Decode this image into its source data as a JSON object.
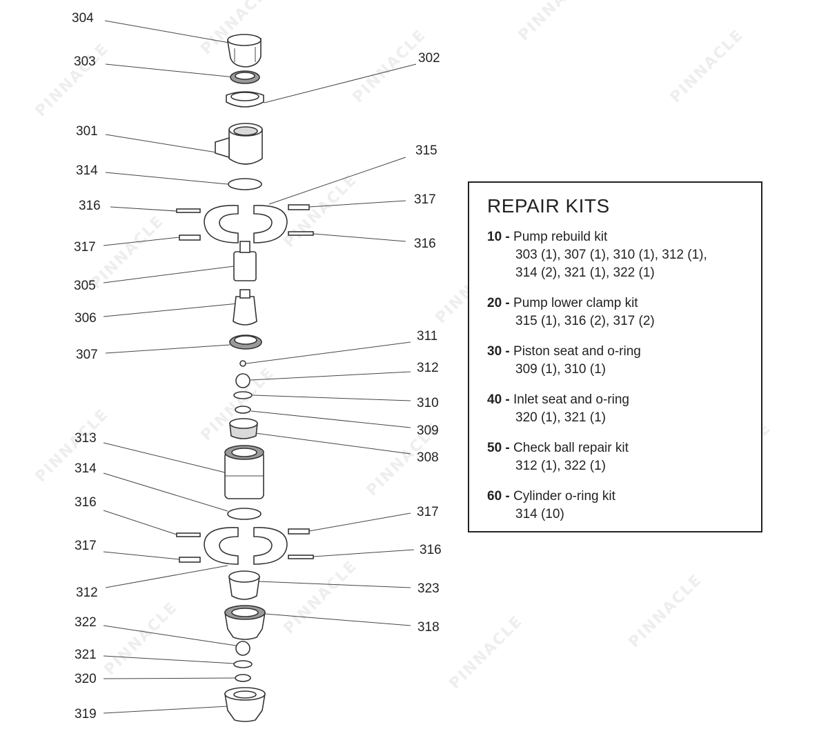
{
  "callouts": [
    {
      "id": "304",
      "label": "304"
    },
    {
      "id": "303",
      "label": "303"
    },
    {
      "id": "302",
      "label": "302"
    },
    {
      "id": "301",
      "label": "301"
    },
    {
      "id": "314a",
      "label": "314"
    },
    {
      "id": "315",
      "label": "315"
    },
    {
      "id": "316a",
      "label": "316"
    },
    {
      "id": "317a",
      "label": "317"
    },
    {
      "id": "317b",
      "label": "317"
    },
    {
      "id": "316b",
      "label": "316"
    },
    {
      "id": "305",
      "label": "305"
    },
    {
      "id": "306",
      "label": "306"
    },
    {
      "id": "311",
      "label": "311"
    },
    {
      "id": "307",
      "label": "307"
    },
    {
      "id": "312a",
      "label": "312"
    },
    {
      "id": "310",
      "label": "310"
    },
    {
      "id": "309",
      "label": "309"
    },
    {
      "id": "313",
      "label": "313"
    },
    {
      "id": "308",
      "label": "308"
    },
    {
      "id": "314b",
      "label": "314"
    },
    {
      "id": "316c",
      "label": "316"
    },
    {
      "id": "317c",
      "label": "317"
    },
    {
      "id": "317d",
      "label": "317"
    },
    {
      "id": "316d",
      "label": "316"
    },
    {
      "id": "312b",
      "label": "312"
    },
    {
      "id": "323",
      "label": "323"
    },
    {
      "id": "322",
      "label": "322"
    },
    {
      "id": "318",
      "label": "318"
    },
    {
      "id": "321",
      "label": "321"
    },
    {
      "id": "320",
      "label": "320"
    },
    {
      "id": "319",
      "label": "319"
    }
  ],
  "repair_kits": {
    "title": "REPAIR KITS",
    "kits": [
      {
        "number": "10 - ",
        "name": "Pump rebuild kit",
        "parts": [
          "303 (1), 307 (1), 310 (1), 312 (1),",
          "314 (2), 321 (1), 322 (1)"
        ]
      },
      {
        "number": "20 - ",
        "name": "Pump lower clamp kit",
        "parts": [
          "315 (1), 316 (2), 317 (2)"
        ]
      },
      {
        "number": "30 - ",
        "name": "Piston seat and o-ring",
        "parts": [
          "309 (1), 310 (1)"
        ]
      },
      {
        "number": "40 - ",
        "name": "Inlet seat and o-ring",
        "parts": [
          "320 (1), 321 (1)"
        ]
      },
      {
        "number": "50 - ",
        "name": "Check ball repair kit",
        "parts": [
          "312 (1), 322 (1)"
        ]
      },
      {
        "number": "60 - ",
        "name": "Cylinder o-ring kit",
        "parts": [
          "314 (10)"
        ]
      }
    ]
  },
  "watermark": "PINNACLE"
}
